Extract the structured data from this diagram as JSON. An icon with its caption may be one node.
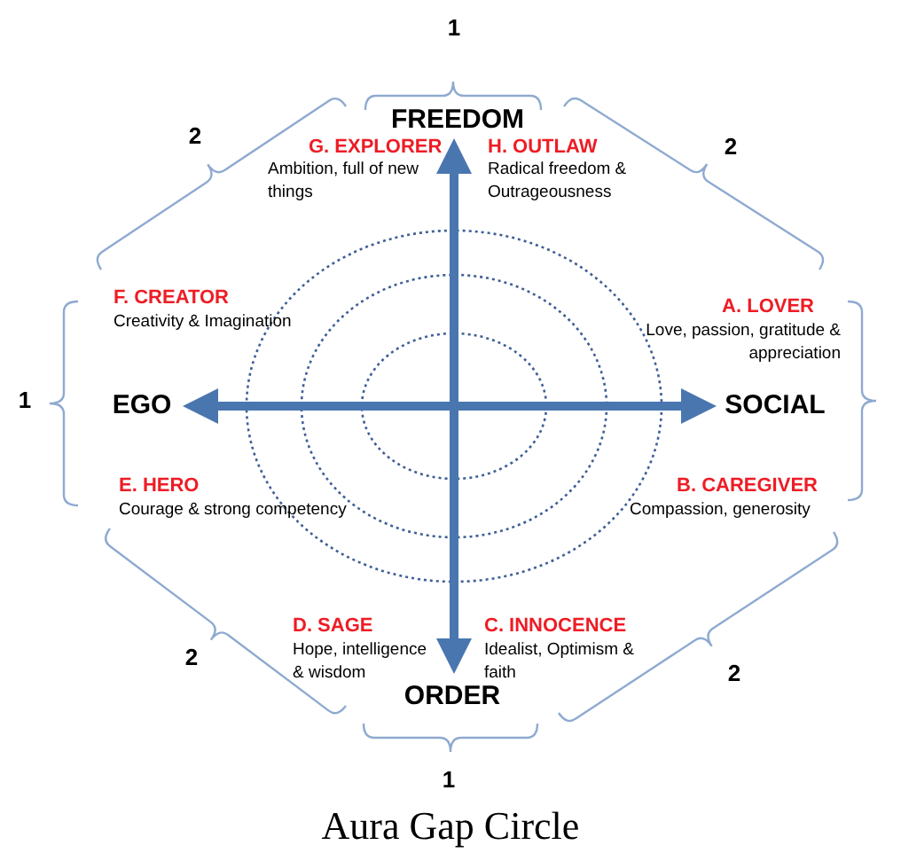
{
  "diagram": {
    "caption": "Aura Gap Circle",
    "labels": [
      "1",
      "FREEDOM",
      "2",
      "G. EXPLORER",
      "Ambition, full of new things",
      "H. OUTLAW",
      "Radical freedom & Outrageousness",
      "2",
      "F. CREATOR",
      "Creativity & Imagination",
      "A. LOVER",
      "Love, passion, gratitude & appreciation",
      "1",
      "EGO",
      "SOCIAL",
      "E. HERO",
      "Courage & strong competency",
      "B. CAREGIVER",
      "Compassion, generosity",
      "D. SAGE",
      "Hope, intelligence & wisdom",
      "C. INNOCENCE",
      "Idealist, Optimism & faith",
      "2",
      "2",
      "ORDER",
      "1"
    ]
  }
}
